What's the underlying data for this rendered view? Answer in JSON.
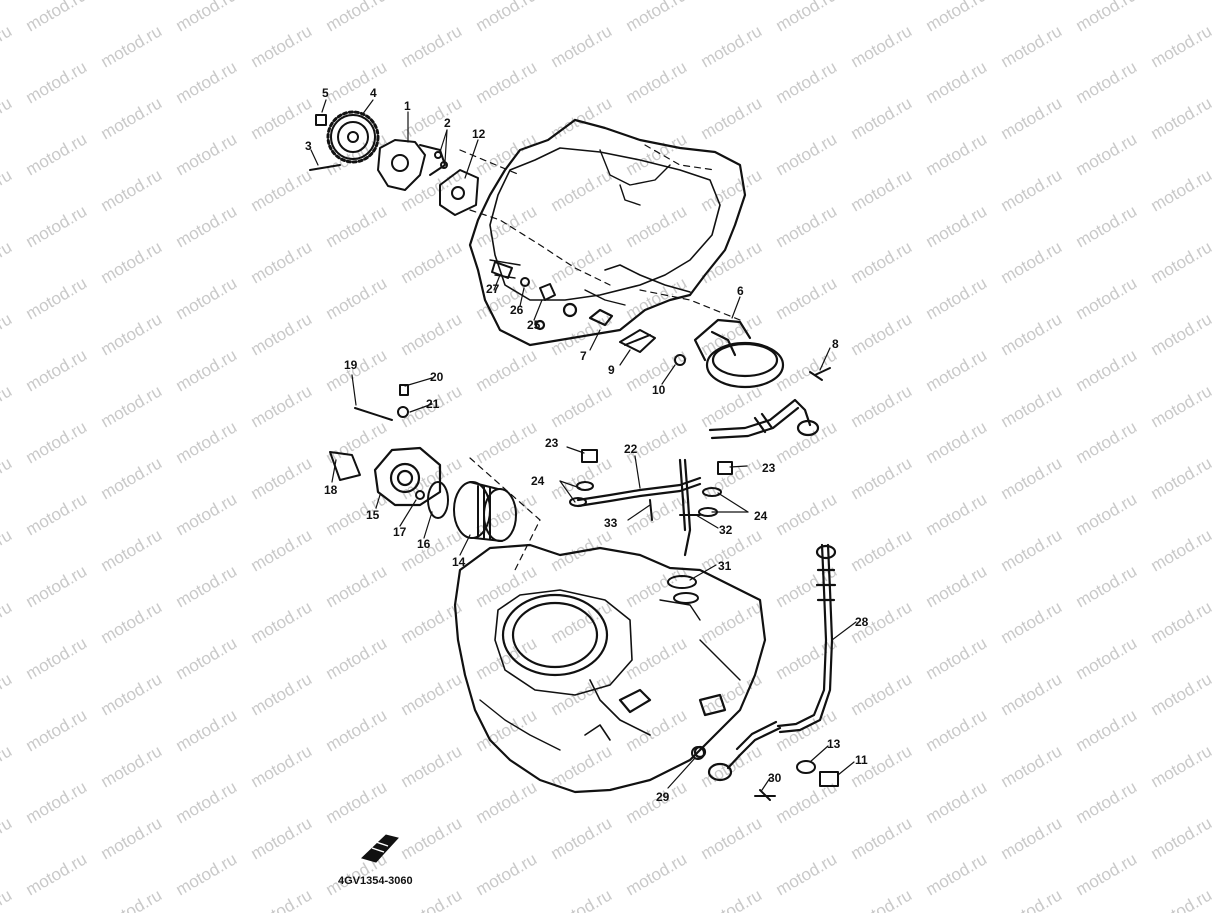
{
  "watermark": {
    "text": "motod.ru",
    "color": "#c9c9c9"
  },
  "diagram_code": "4GV1354-3060",
  "callouts": [
    {
      "id": "1",
      "label": "1"
    },
    {
      "id": "2",
      "label": "2"
    },
    {
      "id": "3",
      "label": "3"
    },
    {
      "id": "4",
      "label": "4"
    },
    {
      "id": "5",
      "label": "5"
    },
    {
      "id": "6",
      "label": "6"
    },
    {
      "id": "7",
      "label": "7"
    },
    {
      "id": "8",
      "label": "8"
    },
    {
      "id": "9",
      "label": "9"
    },
    {
      "id": "10",
      "label": "10"
    },
    {
      "id": "11",
      "label": "11"
    },
    {
      "id": "12",
      "label": "12"
    },
    {
      "id": "13",
      "label": "13"
    },
    {
      "id": "14",
      "label": "14"
    },
    {
      "id": "15",
      "label": "15"
    },
    {
      "id": "16",
      "label": "16"
    },
    {
      "id": "17",
      "label": "17"
    },
    {
      "id": "18",
      "label": "18"
    },
    {
      "id": "19",
      "label": "19"
    },
    {
      "id": "20",
      "label": "20"
    },
    {
      "id": "21",
      "label": "21"
    },
    {
      "id": "22",
      "label": "22"
    },
    {
      "id": "23a",
      "label": "23"
    },
    {
      "id": "23b",
      "label": "23"
    },
    {
      "id": "24a",
      "label": "24"
    },
    {
      "id": "24b",
      "label": "24"
    },
    {
      "id": "25",
      "label": "25"
    },
    {
      "id": "26",
      "label": "26"
    },
    {
      "id": "27",
      "label": "27"
    },
    {
      "id": "28",
      "label": "28"
    },
    {
      "id": "29",
      "label": "29"
    },
    {
      "id": "30",
      "label": "30"
    },
    {
      "id": "31",
      "label": "31"
    },
    {
      "id": "32",
      "label": "32"
    },
    {
      "id": "33",
      "label": "33"
    }
  ]
}
